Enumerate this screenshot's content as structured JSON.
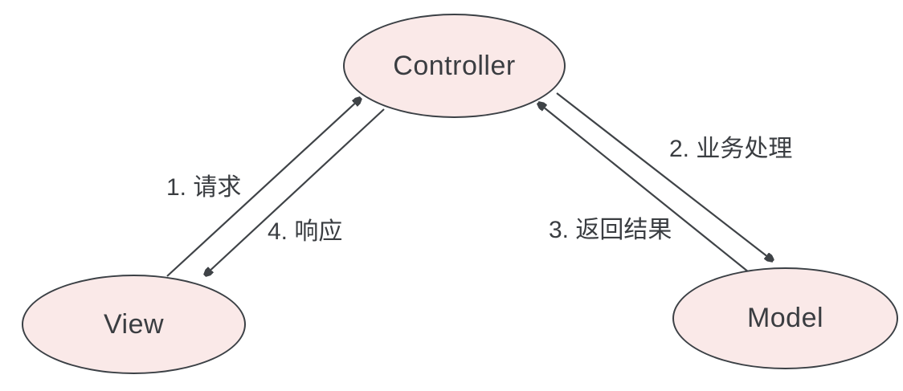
{
  "diagram": {
    "title_implicit": "MVC 模式",
    "nodes": [
      {
        "id": "controller",
        "label": "Controller"
      },
      {
        "id": "view",
        "label": "View"
      },
      {
        "id": "model",
        "label": "Model"
      }
    ],
    "edges": [
      {
        "id": "request",
        "label": "1. 请求",
        "from": "view",
        "to": "controller"
      },
      {
        "id": "business",
        "label": "2. 业务处理",
        "from": "controller",
        "to": "model"
      },
      {
        "id": "result",
        "label": "3. 返回结果",
        "from": "model",
        "to": "controller"
      },
      {
        "id": "response",
        "label": "4. 响应",
        "from": "controller",
        "to": "view"
      }
    ],
    "colors": {
      "background": "#ffffff",
      "node_fill": "#fae9e8",
      "node_stroke": "#3b4045",
      "line": "#3f4347",
      "text": "#3a3d41"
    }
  }
}
